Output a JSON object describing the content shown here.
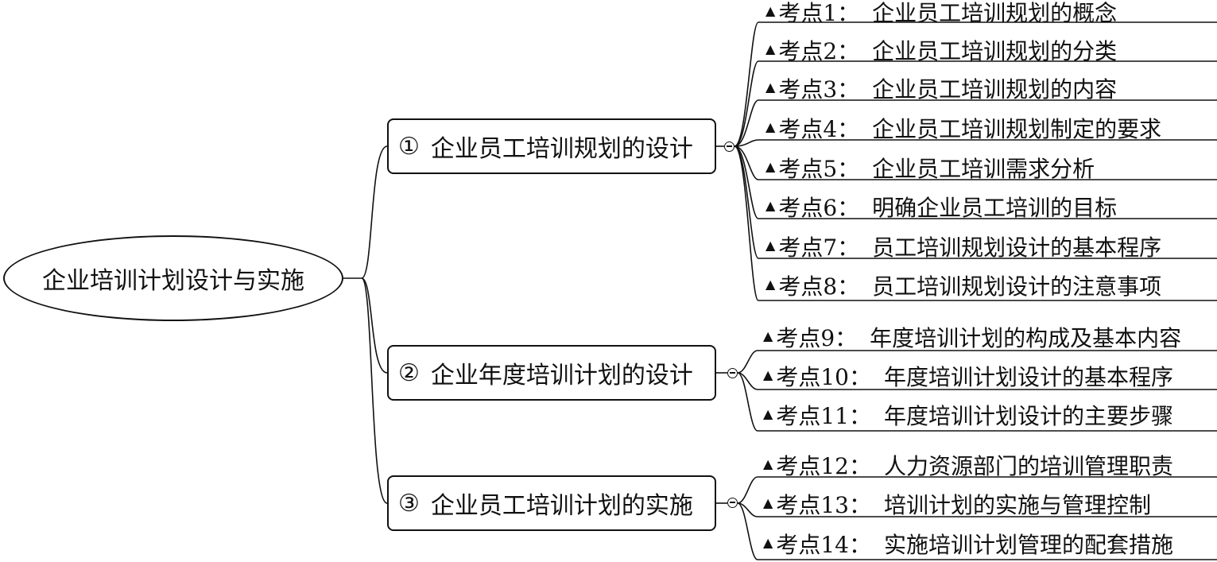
{
  "root": {
    "label": "企业培训计划设计与实施"
  },
  "branches": [
    {
      "number": "①",
      "label": "企业员工培训规划的设计",
      "leaves": [
        {
          "point": "考点1：",
          "text": "企业员工培训规划的概念"
        },
        {
          "point": "考点2：",
          "text": "企业员工培训规划的分类"
        },
        {
          "point": "考点3：",
          "text": "企业员工培训规划的内容"
        },
        {
          "point": "考点4：",
          "text": "企业员工培训规划制定的要求"
        },
        {
          "point": "考点5：",
          "text": "企业员工培训需求分析"
        },
        {
          "point": "考点6：",
          "text": "明确企业员工培训的目标"
        },
        {
          "point": "考点7：",
          "text": "员工培训规划设计的基本程序"
        },
        {
          "point": "考点8：",
          "text": "员工培训规划设计的注意事项"
        }
      ]
    },
    {
      "number": "②",
      "label": "企业年度培训计划的设计",
      "leaves": [
        {
          "point": "考点9：",
          "text": "年度培训计划的构成及基本内容"
        },
        {
          "point": "考点10：",
          "text": "年度培训计划设计的基本程序"
        },
        {
          "point": "考点11：",
          "text": "年度培训计划设计的主要步骤"
        }
      ]
    },
    {
      "number": "③",
      "label": "企业员工培训计划的实施",
      "leaves": [
        {
          "point": "考点12：",
          "text": "人力资源部门的培训管理职责"
        },
        {
          "point": "考点13：",
          "text": "培训计划的实施与管理控制"
        },
        {
          "point": "考点14：",
          "text": "实施培训计划管理的配套措施"
        }
      ]
    }
  ],
  "bullet_glyph": "▲"
}
